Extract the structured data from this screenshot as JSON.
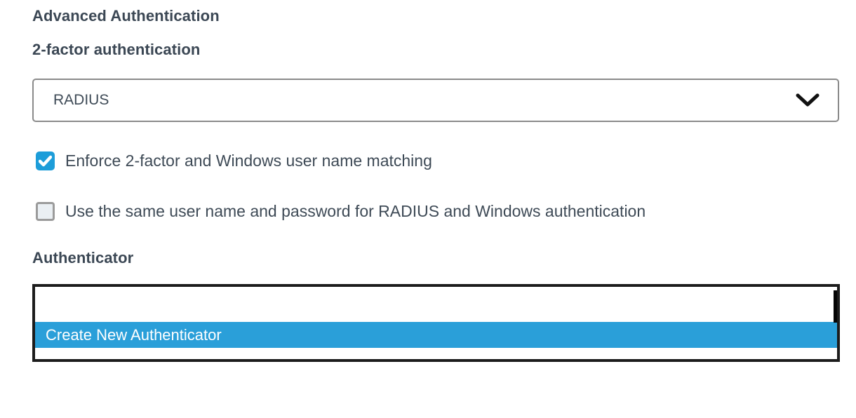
{
  "header": {
    "section_title": "Advanced Authentication",
    "two_factor_label": "2-factor authentication"
  },
  "two_factor_select": {
    "value": "RADIUS",
    "icon": "chevron-down-icon"
  },
  "checkboxes": [
    {
      "label": "Enforce 2-factor and Windows user name matching",
      "checked": true,
      "icon": "checkmark-icon"
    },
    {
      "label": "Use the same user name and password for RADIUS and Windows authentication",
      "checked": false
    }
  ],
  "authenticator": {
    "label": "Authenticator",
    "dropdown_options": [
      {
        "label": "",
        "highlighted": false
      },
      {
        "label": "Create New Authenticator",
        "highlighted": true
      }
    ]
  },
  "colors": {
    "accent_blue": "#1d9dd9",
    "highlight_blue": "#2a9fd9",
    "text_dark": "#3e4a56",
    "select_border_gray": "#8a8a8a",
    "unchecked_border_gray": "#9b9b9b",
    "listbox_border_black": "#1c1c1c"
  }
}
